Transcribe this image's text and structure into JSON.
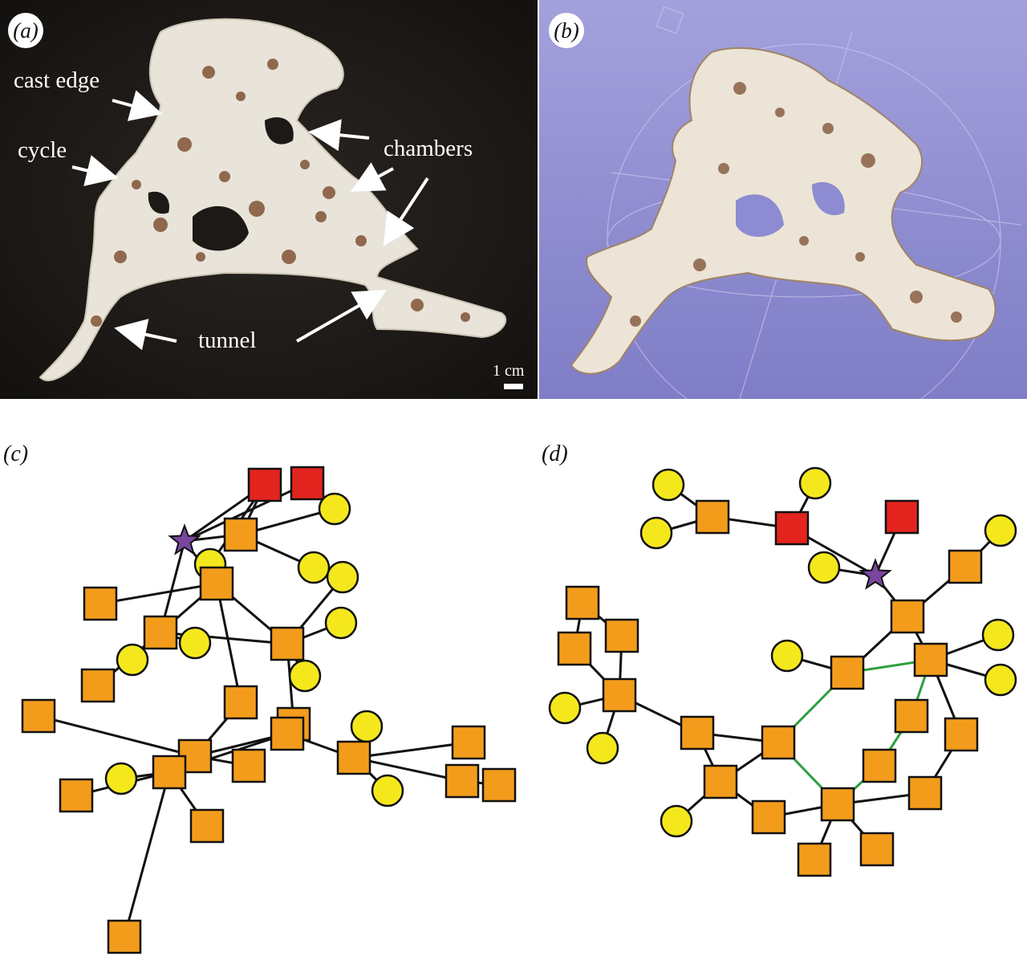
{
  "panels": {
    "a": {
      "badge": "(a)",
      "annotations": {
        "cast_edge": "cast edge",
        "cycle": "cycle",
        "chambers": "chambers",
        "tunnel": "tunnel"
      },
      "scale_bar": "1 cm"
    },
    "b": {
      "badge": "(b)"
    },
    "c": {
      "label": "(c)"
    },
    "d": {
      "label": "(d)"
    }
  },
  "colors": {
    "photo_background": "#1c1916",
    "render_background": "#8d8bd2",
    "cast": "#e9e4da",
    "soil": "#7a4a2c",
    "node_square": "#f39c1c",
    "node_circle": "#f4e81d",
    "node_root": "#e3241f",
    "node_star": "#7a46a0",
    "edge": "#111111",
    "cycle_edge": "#2e9e3e"
  },
  "legend_icons": [
    "square-node",
    "circle-node",
    "red-square-node",
    "star-node"
  ]
}
